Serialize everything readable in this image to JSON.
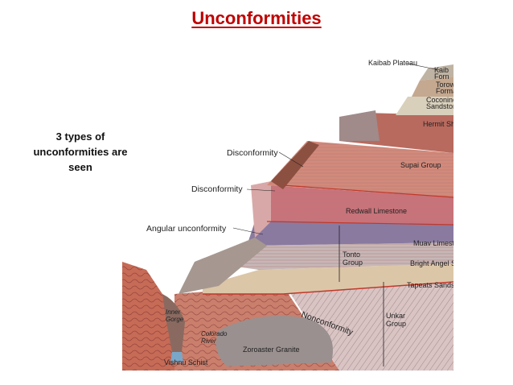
{
  "title": "Unconformities",
  "side_note": {
    "line1": "3 types of",
    "line2": "unconformities are",
    "line3": "seen"
  },
  "figure": {
    "labels": {
      "kaibab_plateau": "Kaibab Plateau",
      "kaibab_formation_1": "Kaib",
      "kaibab_formation_2": "Forn",
      "toroweap_1": "Torow",
      "toroweap_2": "Forma",
      "coconino_1": "Coconino",
      "coconino_2": "Sandston",
      "hermit_shale": "Hermit Sh",
      "disconformity_upper": "Disconformity",
      "supai_group": "Supai Group",
      "disconformity_lower": "Disconformity",
      "redwall_limestone": "Redwall Limestone",
      "angular_unconformity": "Angular unconformity",
      "muav_limestone": "Muav Limest",
      "tonto_group_1": "Tonto",
      "tonto_group_2": "Group",
      "bright_angel": "Bright Angel S",
      "tapeats": "Tapeats Sands",
      "inner_gorge_1": "Inner",
      "inner_gorge_2": "Gorge",
      "colorado_river_1": "Colorado",
      "colorado_river_2": "River",
      "nonconformity": "Nonconformity",
      "unkar_group_1": "Unkar",
      "unkar_group_2": "Group",
      "zoroaster_granite": "Zoroaster Granite",
      "vishnu_schist": "Vishnu Schist"
    }
  }
}
